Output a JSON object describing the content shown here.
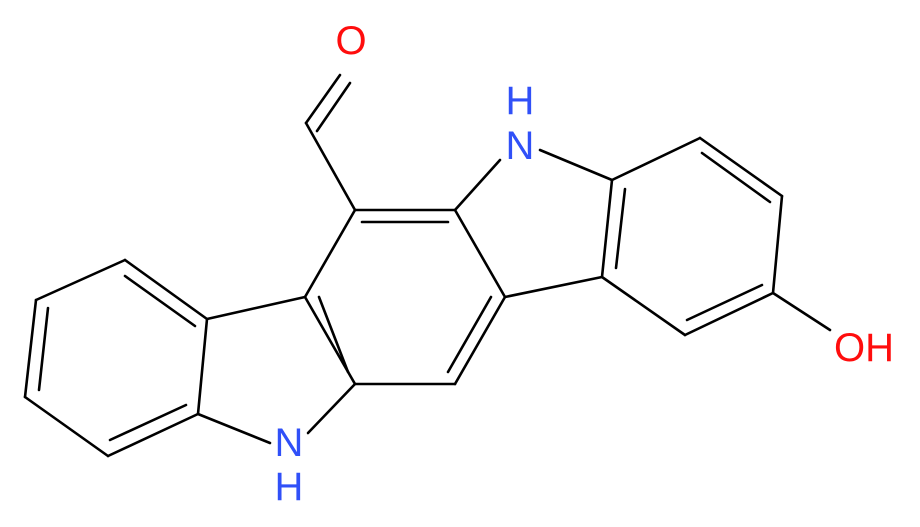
{
  "molecule": {
    "colors": {
      "bond": "#000000",
      "oxygen": "#ff0d0d",
      "nitrogen": "#3050f8",
      "background": "#ffffff"
    },
    "labels": {
      "aldehyde_oxygen": "O",
      "nh_top": "H",
      "n_top": "N",
      "n_bottom": "N",
      "nh_bottom": "H",
      "hydroxyl_oh": "OH"
    }
  }
}
